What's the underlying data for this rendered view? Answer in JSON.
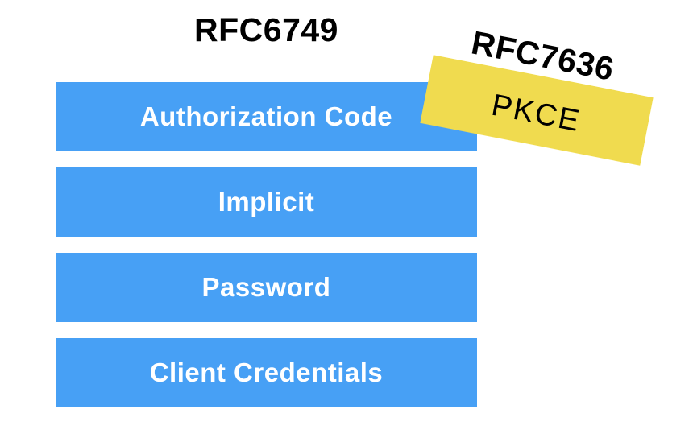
{
  "title": "RFC6749",
  "grants": {
    "items": [
      {
        "label": "Authorization Code"
      },
      {
        "label": "Implicit"
      },
      {
        "label": "Password"
      },
      {
        "label": "Client Credentials"
      }
    ]
  },
  "sticker": {
    "rfc": "RFC7636",
    "label": "PKCE"
  },
  "colors": {
    "bar": "#47a0f5",
    "bar_text": "#ffffff",
    "sticker": "#f0db4f",
    "title_text": "#000000"
  }
}
